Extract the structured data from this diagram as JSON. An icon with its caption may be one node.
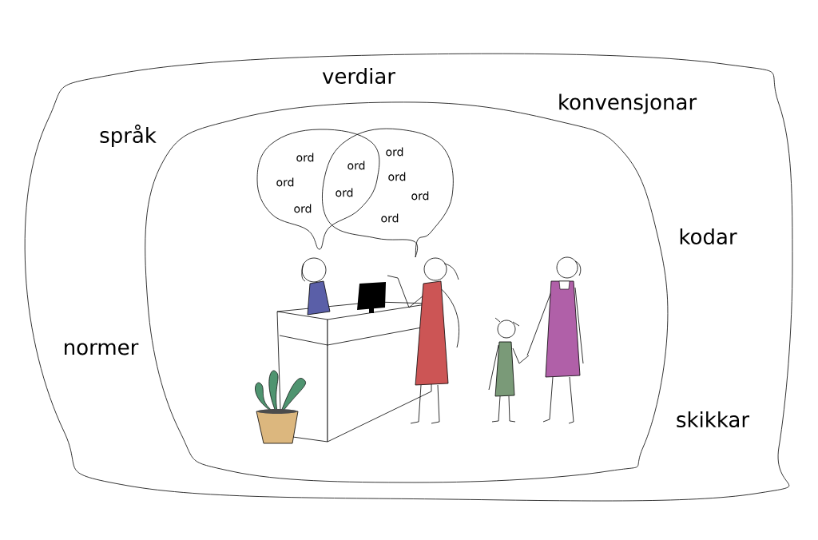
{
  "diagram": {
    "nodes": [
      {
        "text": [
          "verdiar",
          "konvensjonar",
          "språk",
          "kodar",
          "normer",
          "skikkar"
        ]
      },
      {
        "text": [],
        "shape": "box",
        "in": 0
      },
      {
        "text": [
          "ord",
          "ord",
          "ord"
        ],
        "in": 1
      },
      {
        "text": [
          "ord",
          "ord",
          "ord",
          "ord"
        ],
        "in": 1
      }
    ],
    "edges": [],
    "labels": [
      "ord",
      "ord"
    ]
  }
}
